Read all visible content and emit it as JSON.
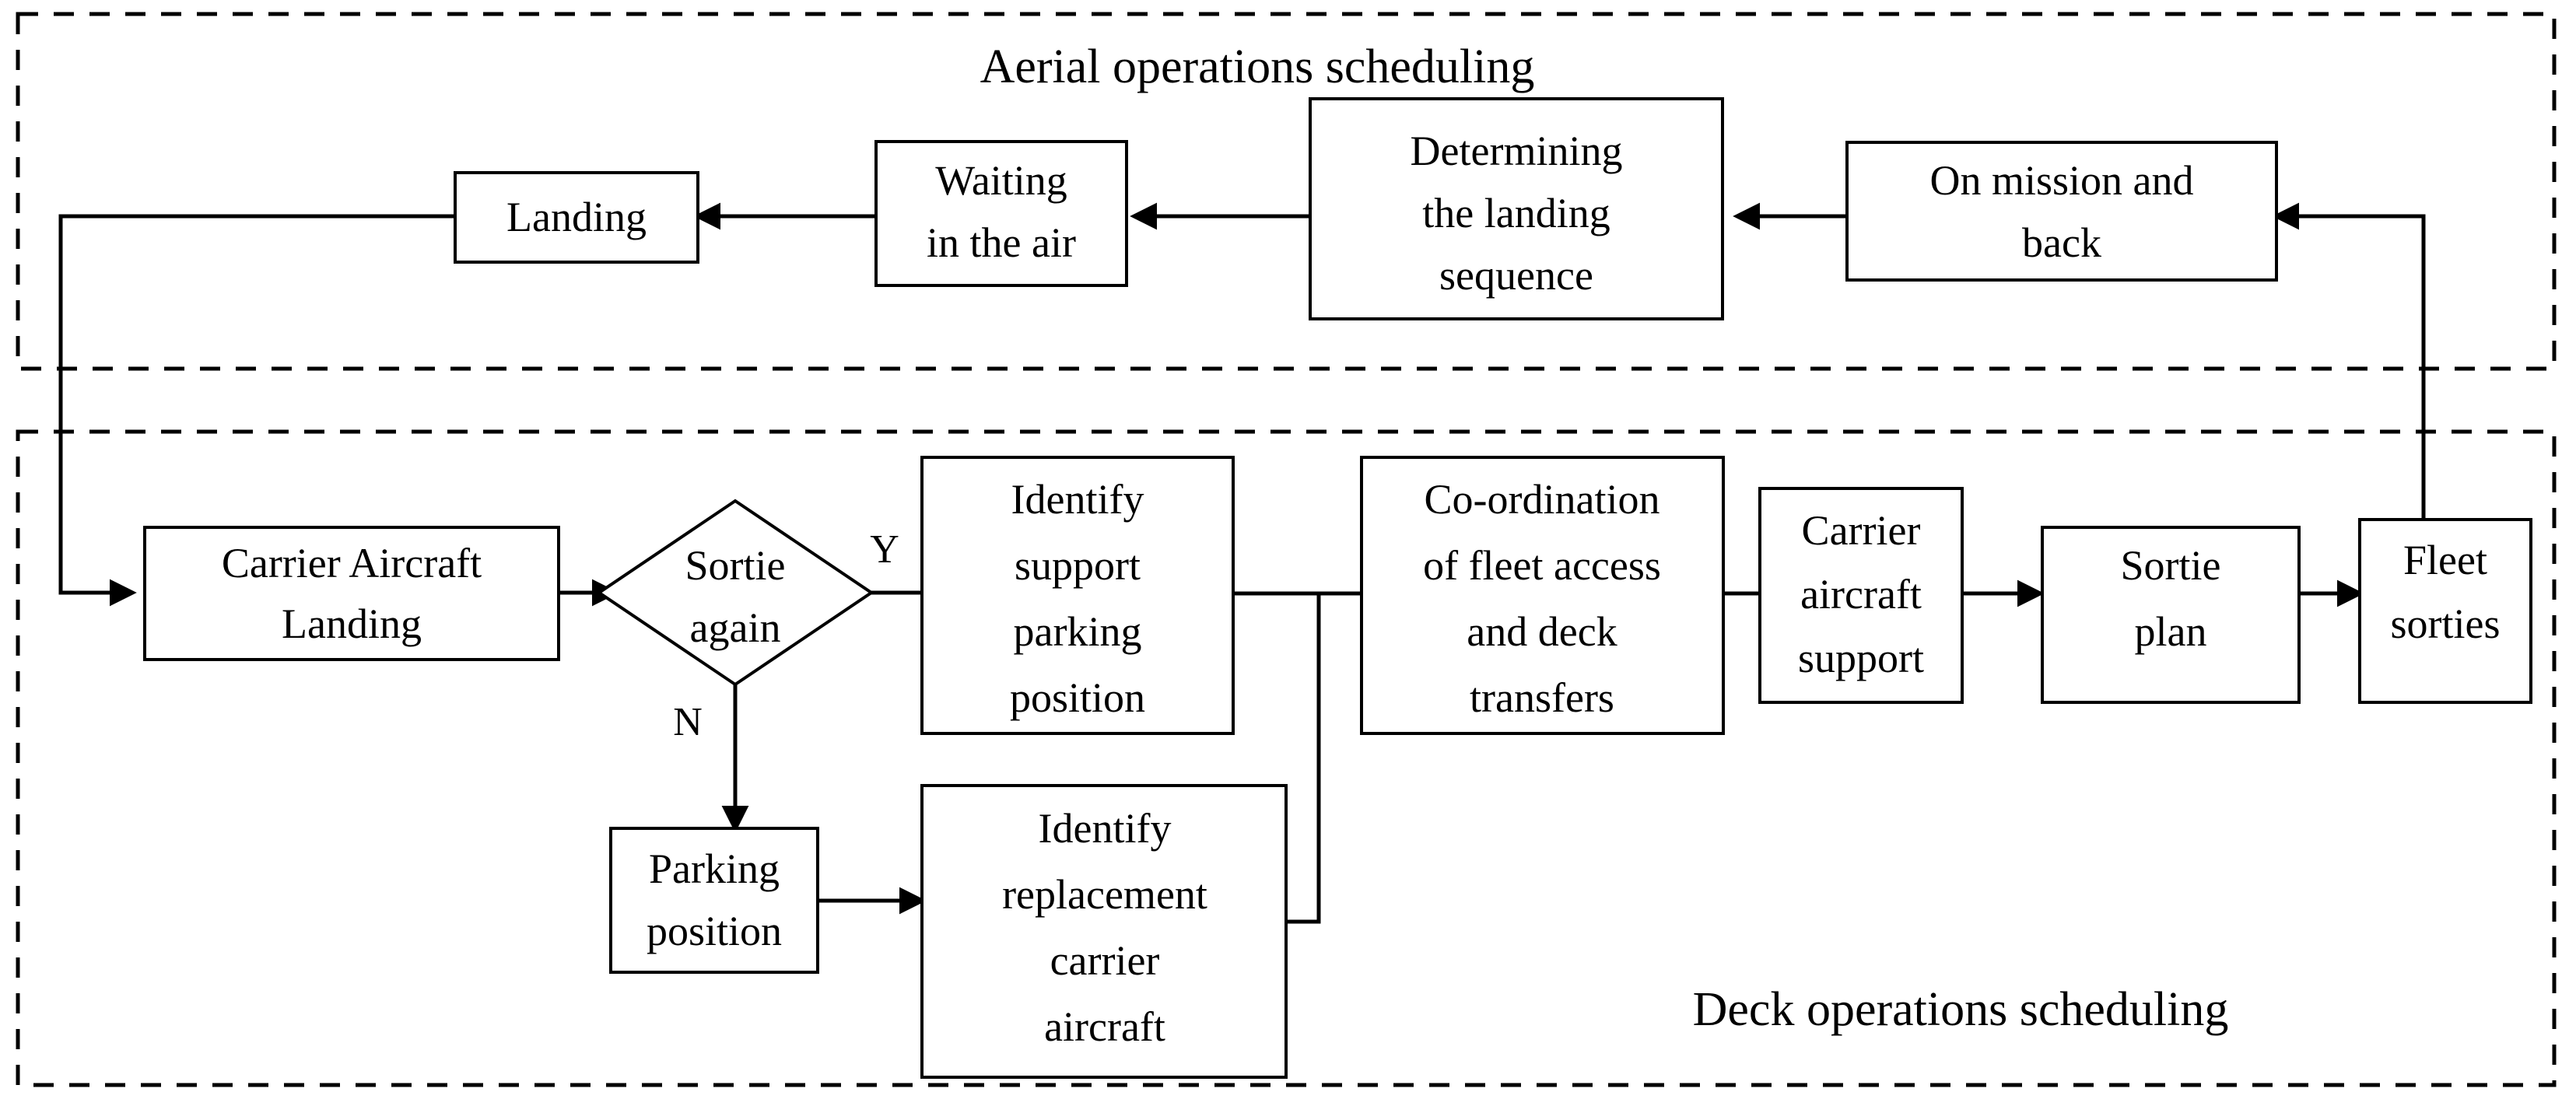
{
  "diagram": {
    "type": "flowchart",
    "groups": [
      {
        "id": "aerial",
        "title": "Aerial operations scheduling"
      },
      {
        "id": "deck",
        "title": "Deck operations scheduling"
      }
    ],
    "nodes": {
      "landing": {
        "label_line1": "Landing"
      },
      "waiting": {
        "label_line1": "Waiting",
        "label_line2": "in the air"
      },
      "determining": {
        "label_line1": "Determining",
        "label_line2": "the landing",
        "label_line3": "sequence"
      },
      "on_mission": {
        "label_line1": "On mission and",
        "label_line2": "back"
      },
      "carrier_landing": {
        "label_line1": "Carrier Aircraft",
        "label_line2": "Landing"
      },
      "sortie_again": {
        "label_line1": "Sortie",
        "label_line2": "again"
      },
      "identify_parking": {
        "label_line1": "Identify",
        "label_line2": "support",
        "label_line3": "parking",
        "label_line4": "position"
      },
      "coordination": {
        "label_line1": "Co-ordination",
        "label_line2": "of fleet access",
        "label_line3": "and deck",
        "label_line4": "transfers"
      },
      "carrier_support": {
        "label_line1": "Carrier",
        "label_line2": "aircraft",
        "label_line3": "support"
      },
      "sortie_plan": {
        "label_line1": "Sortie",
        "label_line2": "plan"
      },
      "fleet_sorties": {
        "label_line1": "Fleet",
        "label_line2": "sorties"
      },
      "parking_position": {
        "label_line1": "Parking",
        "label_line2": "position"
      },
      "identify_replacement": {
        "label_line1": "Identify",
        "label_line2": "replacement",
        "label_line3": "carrier",
        "label_line4": "aircraft"
      }
    },
    "edge_labels": {
      "yes": "Y",
      "no": "N"
    },
    "colors": {
      "stroke": "#000000",
      "fill": "#ffffff",
      "text": "#000000"
    }
  }
}
